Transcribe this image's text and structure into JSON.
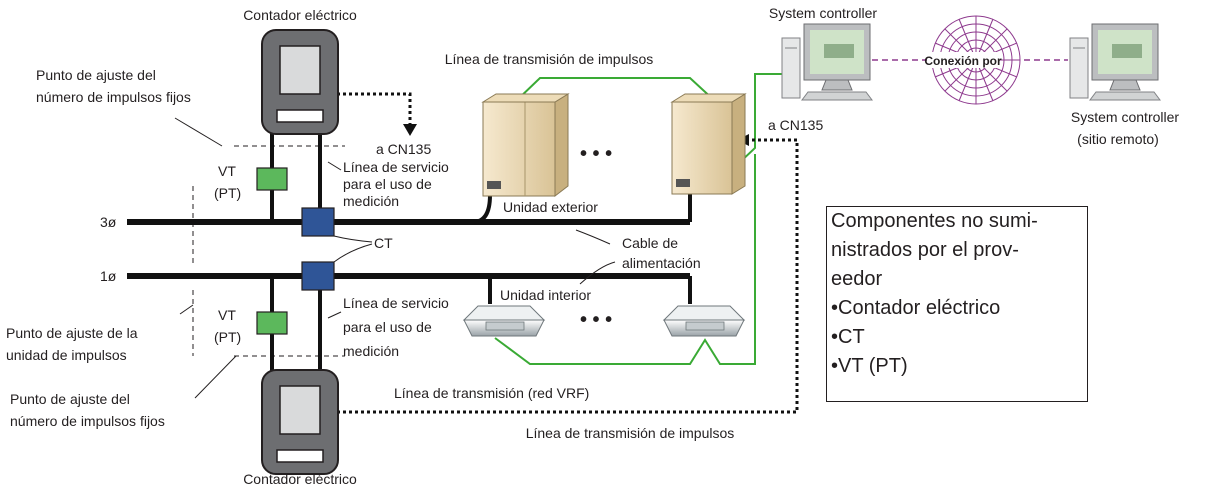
{
  "labels": {
    "meter_top": "Contador eléctrico",
    "meter_bottom": "Contador eléctrico",
    "pulse_line_top": "Línea de transmisión de impulsos",
    "pulse_line_bottom": "Línea de transmisión de impulsos",
    "fixed_pulse_top_1": "Punto de ajuste del",
    "fixed_pulse_top_2": "número de impulsos fijos",
    "fixed_pulse_bottom_1": "Punto de ajuste del",
    "fixed_pulse_bottom_2": "número de impulsos fijos",
    "pulse_unit_1": "Punto de ajuste de la",
    "pulse_unit_2": "unidad de impulsos",
    "vt_top_1": "VT",
    "vt_top_2": "(PT)",
    "vt_bottom_1": "VT",
    "vt_bottom_2": "(PT)",
    "a_cn135_left": "a CN135",
    "a_cn135_right": "a CN135",
    "service_top_1": "Línea de servicio",
    "service_top_2": "para el uso de",
    "service_top_3": "medición",
    "service_bottom_1": "Línea de servicio",
    "service_bottom_2": "para el uso de",
    "service_bottom_3": "medición",
    "three_phase": "3ø",
    "one_phase": "1ø",
    "ct": "CT",
    "outdoor_unit": "Unidad exterior",
    "indoor_unit": "Unidad interior",
    "power_cable_1": "Cable de",
    "power_cable_2": "alimentación",
    "vrf_line": "Línea de transmisión (red VRF)",
    "system_controller": "System controller",
    "system_controller_remote_1": "System controller",
    "system_controller_remote_2": "(sitio remoto)",
    "connection": "Conexión por",
    "ellipsis_top": "• • •",
    "ellipsis_bottom": "• • •"
  },
  "legend": {
    "lines": [
      "Componentes no sumi-",
      "nistrados por el prov-",
      "eedor",
      "•Contador eléctrico",
      "•CT",
      "•VT (PT)"
    ]
  },
  "colors": {
    "power_line": "#111111",
    "transmission_line": "#3aaa35",
    "ct_box": "#2f5597",
    "vt_box": "#5cb85c",
    "meter_body": "#6d6e71",
    "network_globe": "#8e3a8e"
  }
}
